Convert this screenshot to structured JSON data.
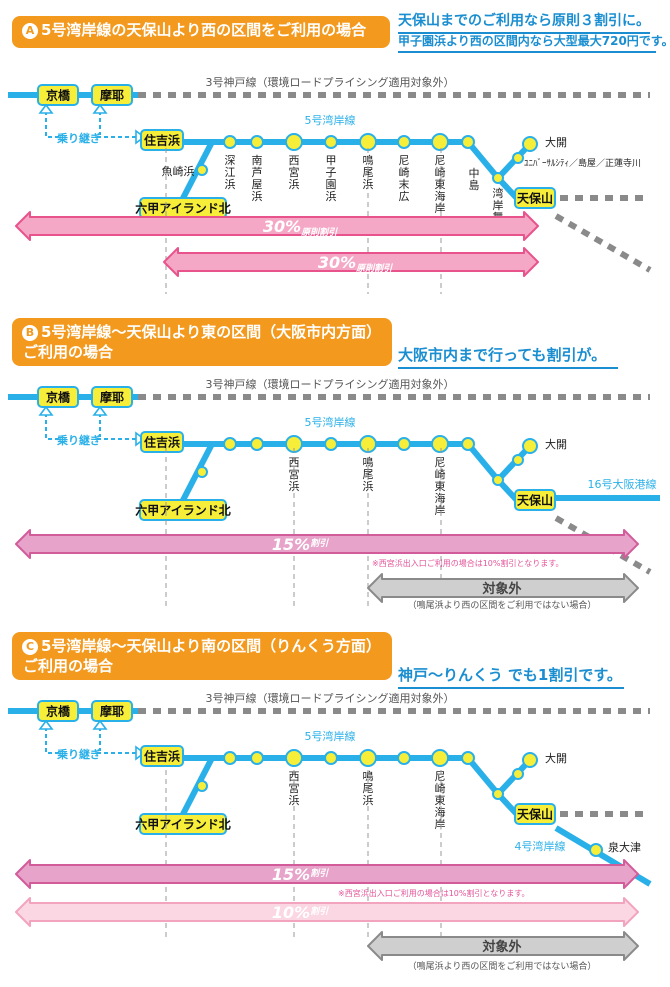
{
  "colors": {
    "line": "#2ab0e8",
    "station_fill": "#f7ee3a",
    "station_stroke": "#2ab0e8",
    "label_box_fill": "#f7ee3a",
    "header": "#f39a1e",
    "blurb": "#1a8ed0",
    "arrow_pink": "#e8538c",
    "arrow_pink_fill": "#f5a8c6",
    "arrow_pink2": "#d25c9a",
    "arrow_pink2_fill": "#e7a3c9",
    "arrow_light_pink": "#f2a4be",
    "arrow_light_pink_fill": "#fbd6e3",
    "arrow_gray": "#8a8a8a",
    "arrow_gray_fill": "#cfcfcf",
    "kobe_line": "#8a8a8a",
    "note_pink": "#e4569a"
  },
  "sections": [
    {
      "badge": "A",
      "header_lines": [
        "5号湾岸線の天保山より西の区間をご利用の場合"
      ],
      "blurb_lines": [
        "天保山までのご利用なら原則３割引に。",
        "甲子園浜より西の区間内なら大型最大720円です。"
      ],
      "kobe_line_label": "3号神戸線（環境ロードプライシング適用対象外）",
      "wangan_label": "5号湾岸線",
      "transfer_label": "乗り継ぎ",
      "boxes": {
        "kyobashi": "京橋",
        "maya": "摩耶",
        "sumiyoshihama": "住吉浜",
        "rokko": "六甲アイランド北",
        "tenpozan": "天保山"
      },
      "station_labels": {
        "uozakihama": "魚崎浜",
        "fukaehama": "深江浜",
        "ashiyahama": "南芦屋浜",
        "nishinomiyahama": "西宮浜",
        "koshienhama": "甲子園浜",
        "naruohama": "鳴尾浜",
        "amagasakisuehiro": "尼崎末広",
        "amagasakihigashikai": "尼崎東海岸",
        "nakajima": "中島",
        "wanganmaishu": "湾岸舞洲",
        "usj": "ﾕﾆﾊﾞｰｻﾙｼﾃｨ／島屋／正蓮寺川",
        "daikai": "大開"
      },
      "arrows": [
        {
          "label_big": "30%",
          "label_small_1": "原則",
          "label_small_2": "割引",
          "style": "pink"
        },
        {
          "label_big": "30%",
          "label_small_1": "原則",
          "label_small_2": "割引",
          "style": "pink"
        }
      ]
    },
    {
      "badge": "B",
      "header_lines": [
        "5号湾岸線～天保山より東の区間（大阪市内方面）",
        "ご利用の場合"
      ],
      "blurb_lines": [
        "大阪市内まで行っても割引が。"
      ],
      "kobe_line_label": "3号神戸線（環境ロードプライシング適用対象外）",
      "wangan_label": "5号湾岸線",
      "transfer_label": "乗り継ぎ",
      "boxes": {
        "kyobashi": "京橋",
        "maya": "摩耶",
        "sumiyoshihama": "住吉浜",
        "rokko": "六甲アイランド北",
        "tenpozan": "天保山"
      },
      "station_labels": {
        "nishinomiyahama": "西宮浜",
        "naruohama": "鳴尾浜",
        "amagasakihigashikai": "尼崎東海岸",
        "daikai": "大開"
      },
      "osaka_port_line_label": "16号大阪港線",
      "arrows": [
        {
          "label_big": "15%",
          "label_small_2": "割引",
          "style": "pink2"
        },
        {
          "label": "対象外",
          "style": "gray"
        }
      ],
      "note_pink": "※西宮浜出入口ご利用の場合は10%割引となります。",
      "note_gray": "（鳴尾浜より西の区間をご利用ではない場合）"
    },
    {
      "badge": "C",
      "header_lines": [
        "5号湾岸線～天保山より南の区間（りんくう方面）",
        "ご利用の場合"
      ],
      "blurb_lines": [
        "神戸～りんくう でも1割引です。"
      ],
      "kobe_line_label": "3号神戸線（環境ロードプライシング適用対象外）",
      "wangan_label": "5号湾岸線",
      "transfer_label": "乗り継ぎ",
      "boxes": {
        "kyobashi": "京橋",
        "maya": "摩耶",
        "sumiyoshihama": "住吉浜",
        "rokko": "六甲アイランド北",
        "tenpozan": "天保山"
      },
      "station_labels": {
        "nishinomiyahama": "西宮浜",
        "naruohama": "鳴尾浜",
        "amagasakihigashikai": "尼崎東海岸",
        "daikai": "大開",
        "senboku": "泉大津"
      },
      "route4_label": "4号湾岸線",
      "arrows": [
        {
          "label_big": "15%",
          "label_small_2": "割引",
          "style": "pink2"
        },
        {
          "label_big": "10%",
          "label_small_2": "割引",
          "style": "light_pink"
        },
        {
          "label": "対象外",
          "style": "gray"
        }
      ],
      "note_pink": "※西宮浜出入口ご利用の場合は10%割引となります。",
      "note_gray": "（鳴尾浜より西の区間をご利用ではない場合）"
    }
  ]
}
